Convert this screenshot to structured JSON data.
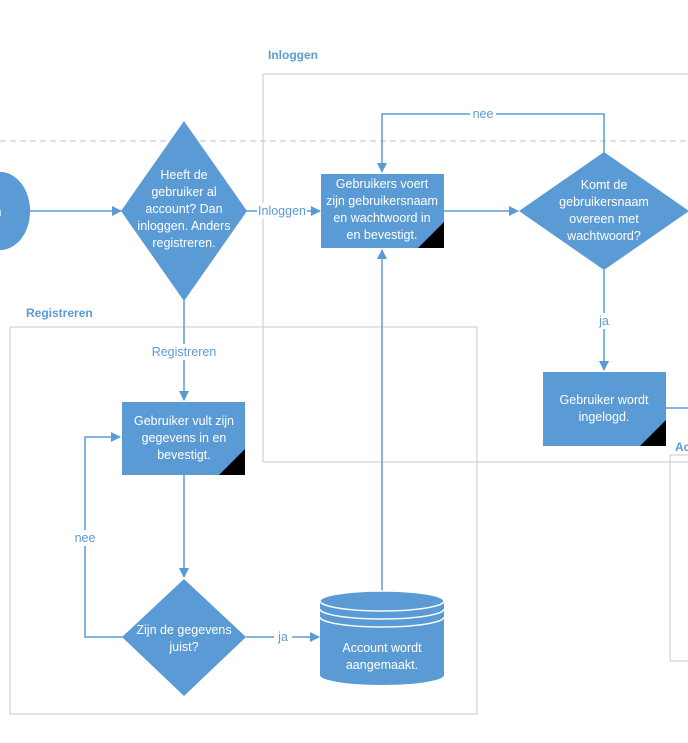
{
  "colors": {
    "shape_fill": "#5b9bd5",
    "arrow": "#5b9bd5",
    "lane_border": "#c9c9c9",
    "divider": "#bfbfbf",
    "text_on_shape": "#ffffff",
    "corner_mark": "#000000"
  },
  "lanes": {
    "inloggen": "Inloggen",
    "registreren": "Registreren",
    "account": "Ac"
  },
  "nodes": {
    "start": [
      "n"
    ],
    "decision_account": [
      "Heeft de",
      "gebruiker al",
      "account? Dan",
      "inloggen. Anders",
      "registreren."
    ],
    "enter_credentials": [
      "Gebruikers voert",
      "zijn gebruikersnaam",
      "en wachtwoord in",
      "en bevestigt."
    ],
    "decision_match": [
      "Komt de",
      "gebruikersnaam",
      "overeen met",
      "wachtwoord?"
    ],
    "logged_in": [
      "Gebruiker wordt",
      "ingelogd."
    ],
    "fill_details": [
      "Gebruiker vult zijn",
      "gegevens in en",
      "bevestigt."
    ],
    "decision_correct": [
      "Zijn de gegevens",
      "juist?"
    ],
    "account_created": [
      "Account wordt",
      "aangemaakt."
    ]
  },
  "edge_labels": {
    "to_login": "Inloggen",
    "to_register": "Registreren",
    "match_no": "nee",
    "match_yes": "ja",
    "correct_no": "nee",
    "correct_yes": "ja"
  }
}
